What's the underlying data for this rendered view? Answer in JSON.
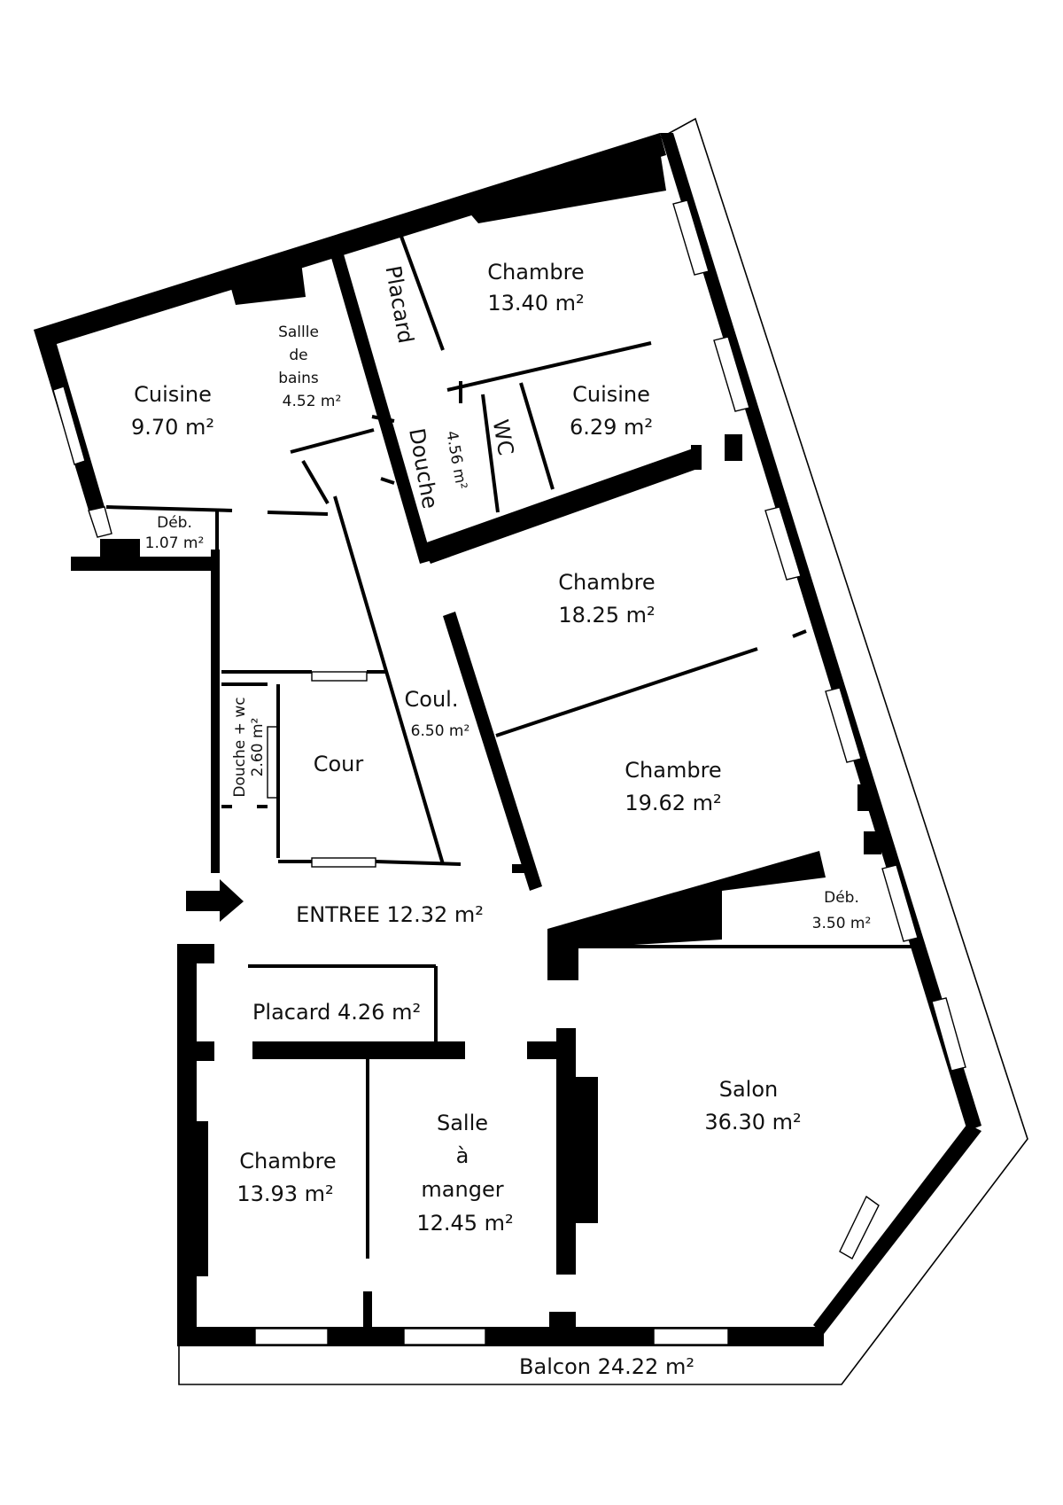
{
  "rooms": {
    "chambre_top": {
      "name": "Chambre",
      "area": "13.40 m²"
    },
    "placard_top": {
      "name": "Placard"
    },
    "salle_bains": {
      "line1": "Sallle",
      "line2": "de",
      "line3": "bains",
      "area": "4.52 m²"
    },
    "cuisine_left": {
      "name": "Cuisine",
      "area": "9.70 m²"
    },
    "cuisine_right": {
      "name": "Cuisine",
      "area": "6.29 m²"
    },
    "wc": {
      "name": "WC"
    },
    "douche": {
      "name": "Douche",
      "area": "4.56 m²"
    },
    "deb_left": {
      "name": "Déb.",
      "area": "1.07 m²"
    },
    "chambre_mid": {
      "name": "Chambre",
      "area": "18.25 m²"
    },
    "couloir": {
      "name": "Coul.",
      "area": "6.50 m²"
    },
    "douche_wc": {
      "name": "Douche + wc",
      "area": "2.60 m²"
    },
    "cour": {
      "name": "Cour"
    },
    "chambre_right": {
      "name": "Chambre",
      "area": "19.62 m²"
    },
    "entree": {
      "name": "ENTREE 12.32 m²"
    },
    "deb_right": {
      "name": "Déb.",
      "area": "3.50 m²"
    },
    "placard_bottom": {
      "name": "Placard 4.26 m²"
    },
    "salon": {
      "name": "Salon",
      "area": "36.30 m²"
    },
    "chambre_bottom": {
      "name": "Chambre",
      "area": "13.93 m²"
    },
    "salle_manger": {
      "line1": "Salle",
      "line2": "à",
      "line3": "manger",
      "area": "12.45 m²"
    },
    "balcon": {
      "name": "Balcon 24.22 m²"
    }
  },
  "icons": {
    "entrance": "entrance-arrow-icon"
  },
  "colors": {
    "wall": "#000000",
    "background": "#ffffff"
  }
}
